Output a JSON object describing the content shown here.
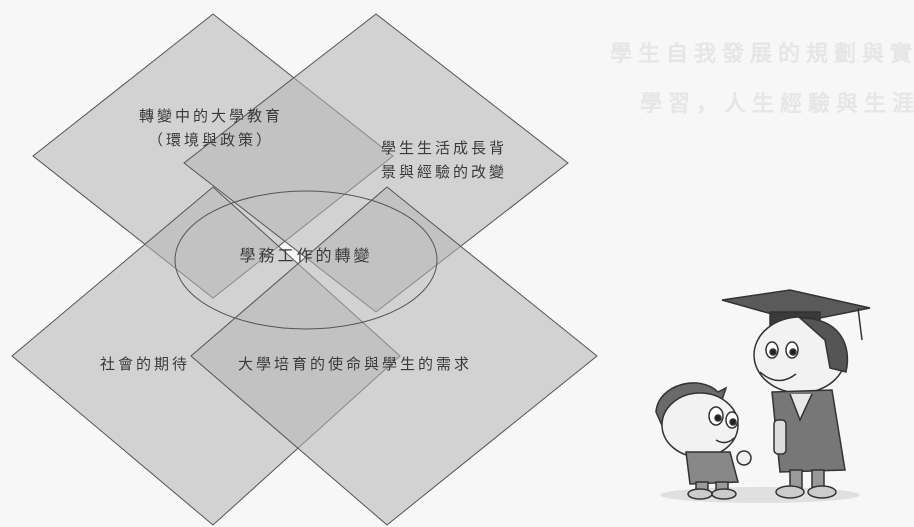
{
  "background_faint_text": {
    "line1": "學生自我發展的規劃與實現",
    "line2": "學習，人生經驗與生涯"
  },
  "diagram": {
    "top_left_label_line1": "轉變中的大學教育",
    "top_left_label_line2": "（環境與政策）",
    "top_right_label_line1": "學生生活成長背",
    "top_right_label_line2": "景與經驗的改變",
    "center_label": "學務工作的轉變",
    "bottom_left_label": "社會的期待",
    "bottom_right_label": "大學培育的使命與學生的需求"
  },
  "colors": {
    "diamond_fill": "#b4b4b4",
    "diamond_stroke": "#555555",
    "background": "#f7f7f7"
  },
  "illustration": {
    "subject": "graduate-teacher-and-child-cartoon"
  }
}
